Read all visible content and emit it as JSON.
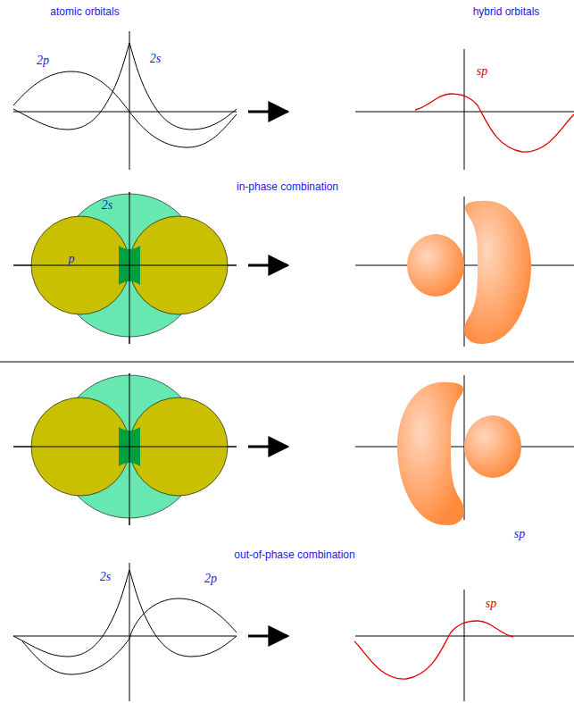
{
  "diagram": {
    "labels": [
      "atomic orbitals",
      "hybrid orbitals",
      "2p",
      "2s",
      "sp",
      "in-phase combination",
      "2s",
      "p",
      "sp",
      "out-of-phase combination",
      "2s",
      "2p",
      "sp"
    ]
  }
}
